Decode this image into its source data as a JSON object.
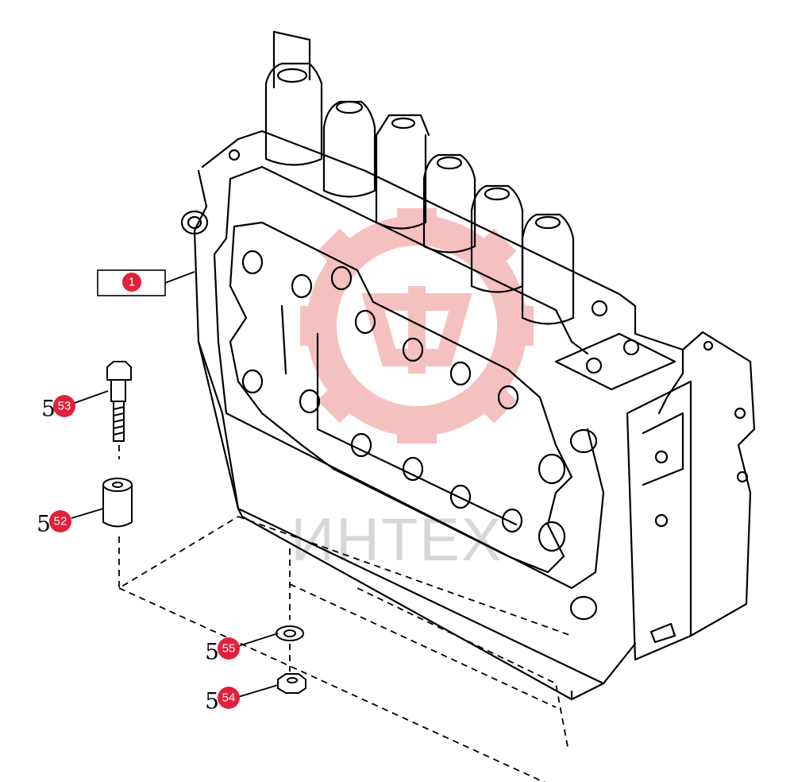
{
  "watermark": {
    "text": "ИНТЕХ",
    "accent": "#f4b7b5"
  },
  "colors": {
    "badge": "#e0213b",
    "line": "#000000",
    "watermark_text": "#d7d7d7"
  },
  "callouts": {
    "main": {
      "label": "1"
    },
    "bolt": {
      "prefix": "5",
      "label": "53"
    },
    "spacer": {
      "prefix": "5",
      "label": "52"
    },
    "washer": {
      "prefix": "5",
      "label": "55"
    },
    "nut": {
      "prefix": "5",
      "label": "54"
    }
  }
}
